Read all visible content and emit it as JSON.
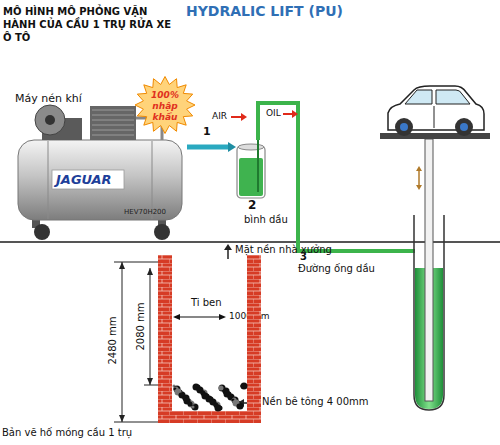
{
  "diagram": {
    "title": "HYDRALIC LIFT (PU)",
    "nodes": [
      {
        "text": [
          "Máy nén khí",
          "JAGUAR",
          "HEV70H200"
        ]
      },
      {
        "text": [
          "100% nhập khẩu"
        ]
      },
      {
        "text": [
          "2",
          "bình dầu"
        ]
      },
      {
        "text": [
          "Ti ben"
        ]
      }
    ],
    "edges": [
      {
        "from": 0,
        "to": 2,
        "arrow": "to",
        "label": "AIR"
      }
    ],
    "labels": [
      "MÔ HÌNH MÔ PHỎNG VẬN HÀNH CỦA CẦU 1 TRỤ RỬA XE Ô TÔ",
      "1",
      "OIL",
      "3",
      "Đường ống dầu",
      "Mặt nền nhà xưởng",
      "2480 mm",
      "2080 mm",
      "1000mm",
      "Nền bê tông 4 00mm",
      "Bản vẽ hố móng cầu 1 trụ"
    ]
  }
}
